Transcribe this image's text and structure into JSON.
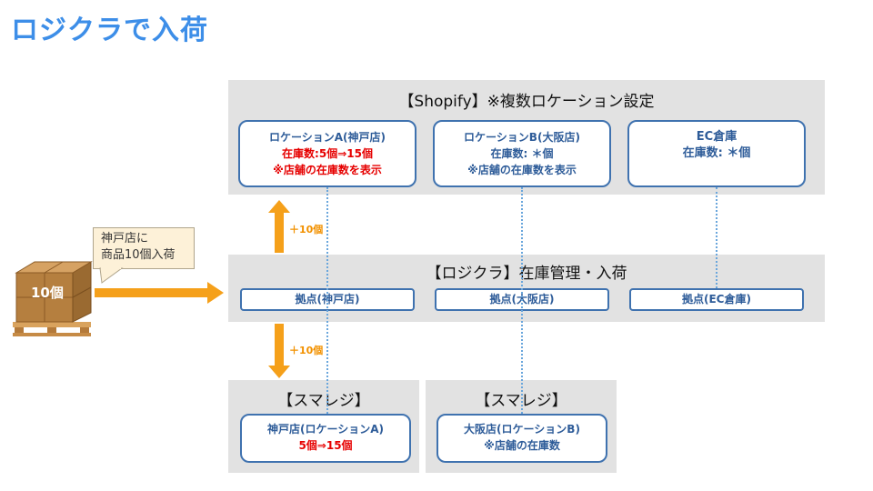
{
  "title": "ロジクラで入荷",
  "shopify": {
    "title": "【Shopify】※複数ロケーション設定",
    "cards": [
      {
        "lines": [
          {
            "text": "ロケーションA(神戸店)",
            "red": false
          },
          {
            "text": "在庫数:5個⇒15個",
            "red": true
          },
          {
            "text": "※店舗の在庫数を表示",
            "red": true
          }
        ]
      },
      {
        "lines": [
          {
            "text": "ロケーションB(大阪店)",
            "red": false
          },
          {
            "text": "在庫数: ＊個",
            "red": false
          },
          {
            "text": "※店舗の在庫数を表示",
            "red": false
          }
        ]
      },
      {
        "lines": [
          {
            "text": "EC倉庫",
            "red": false
          },
          {
            "text": "在庫数: ＊個",
            "red": false
          }
        ]
      }
    ]
  },
  "logikura": {
    "title": "【ロジクラ】在庫管理・入荷",
    "chips": [
      "拠点(神戸店)",
      "拠点(大阪店)",
      "拠点(EC倉庫)"
    ]
  },
  "smaregi": [
    {
      "title": "【スマレジ】",
      "card": [
        {
          "text": "神戸店(ロケーションA)",
          "red": false
        },
        {
          "text": "5個⇒15個",
          "red": true
        }
      ]
    },
    {
      "title": "【スマレジ】",
      "card": [
        {
          "text": "大阪店(ロケーションB)",
          "red": false
        },
        {
          "text": "※店舗の在庫数",
          "red": false
        }
      ]
    }
  ],
  "arrows": {
    "up_label": "＋10個",
    "down_label": "＋10個"
  },
  "callout": {
    "line1": "神戸店に",
    "line2": "商品10個入荷"
  },
  "boxes": {
    "label": "10個"
  },
  "colors": {
    "title": "#3d8ee8",
    "panel": "#e2e2e2",
    "card_border": "#3f72af",
    "card_text": "#2e5c99",
    "highlight": "#e60000",
    "arrow": "#f5a01a",
    "dotted": "#6aa6dc",
    "callout_bg": "#fdf1d8",
    "box": "#b88243"
  }
}
